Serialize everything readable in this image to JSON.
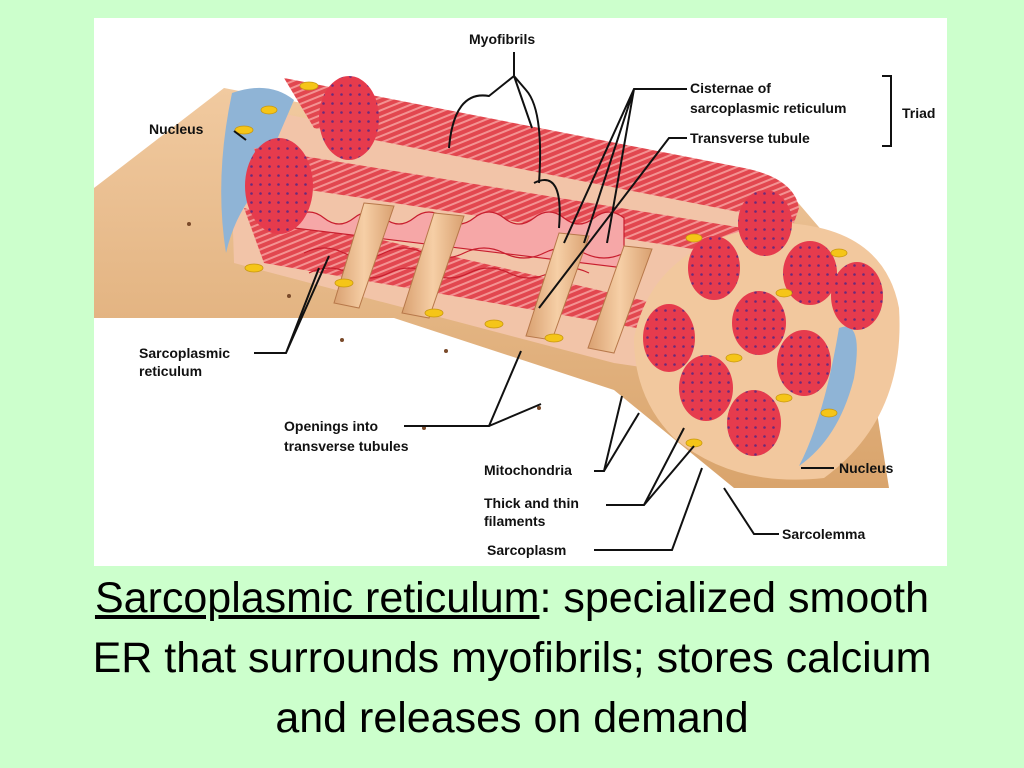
{
  "figure": {
    "labels": {
      "myofibrils": "Myofibrils",
      "cisternae_line1": "Cisternae of",
      "cisternae_line2": "sarcoplasmic reticulum",
      "triad": "Triad",
      "transverse_tubule": "Transverse tubule",
      "nucleus_top": "Nucleus",
      "sarcoplasmic_reticulum_line1": "Sarcoplasmic",
      "sarcoplasmic_reticulum_line2": "reticulum",
      "openings_line1": "Openings into",
      "openings_line2": "transverse tubules",
      "mitochondria": "Mitochondria",
      "filaments_line1": "Thick and thin",
      "filaments_line2": "filaments",
      "sarcoplasm": "Sarcoplasm",
      "nucleus_bottom": "Nucleus",
      "sarcolemma": "Sarcolemma"
    }
  },
  "caption": {
    "term": "Sarcoplasmic reticulum",
    "rest_line1": ": specialized smooth",
    "line2": "ER that surrounds myofibrils; stores calcium",
    "line3": "and releases on demand"
  },
  "colors": {
    "background": "#ccffcc",
    "figure_background": "#ffffff",
    "muscle_fiber_tan": "#e8b884",
    "myofibril_red": "#e8394a",
    "reticulum_pink": "#f08a8a",
    "mitochondria_yellow": "#f5c518",
    "nucleus_blue": "#8fb4d6"
  }
}
